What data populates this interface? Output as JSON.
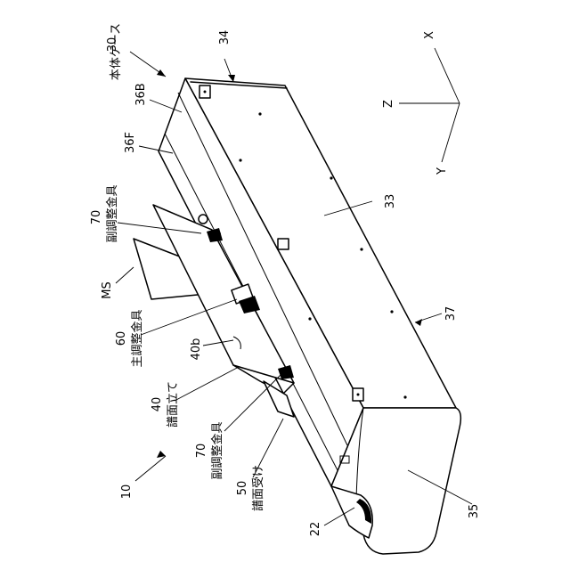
{
  "axes": {
    "x": "X",
    "y": "Y",
    "z": "Z"
  },
  "labels": {
    "case_num": "30",
    "case_name": "本体ケース",
    "panel_34": "34",
    "back_36b": "36B",
    "front_36f": "36F",
    "sub_top_num": "70",
    "sub_top_name": "副調整金具",
    "ms": "MS",
    "main_num": "60",
    "main_name": "主調整金具",
    "stand_part": "40b",
    "stand_num": "40",
    "stand_name": "譜面立て",
    "sub_bottom_num": "70",
    "sub_bottom_name": "副調整金具",
    "receiver_num": "50",
    "receiver_name": "譜面受け",
    "assembly": "10",
    "part_22": "22",
    "top_33": "33",
    "part_37": "37",
    "part_35": "35"
  }
}
